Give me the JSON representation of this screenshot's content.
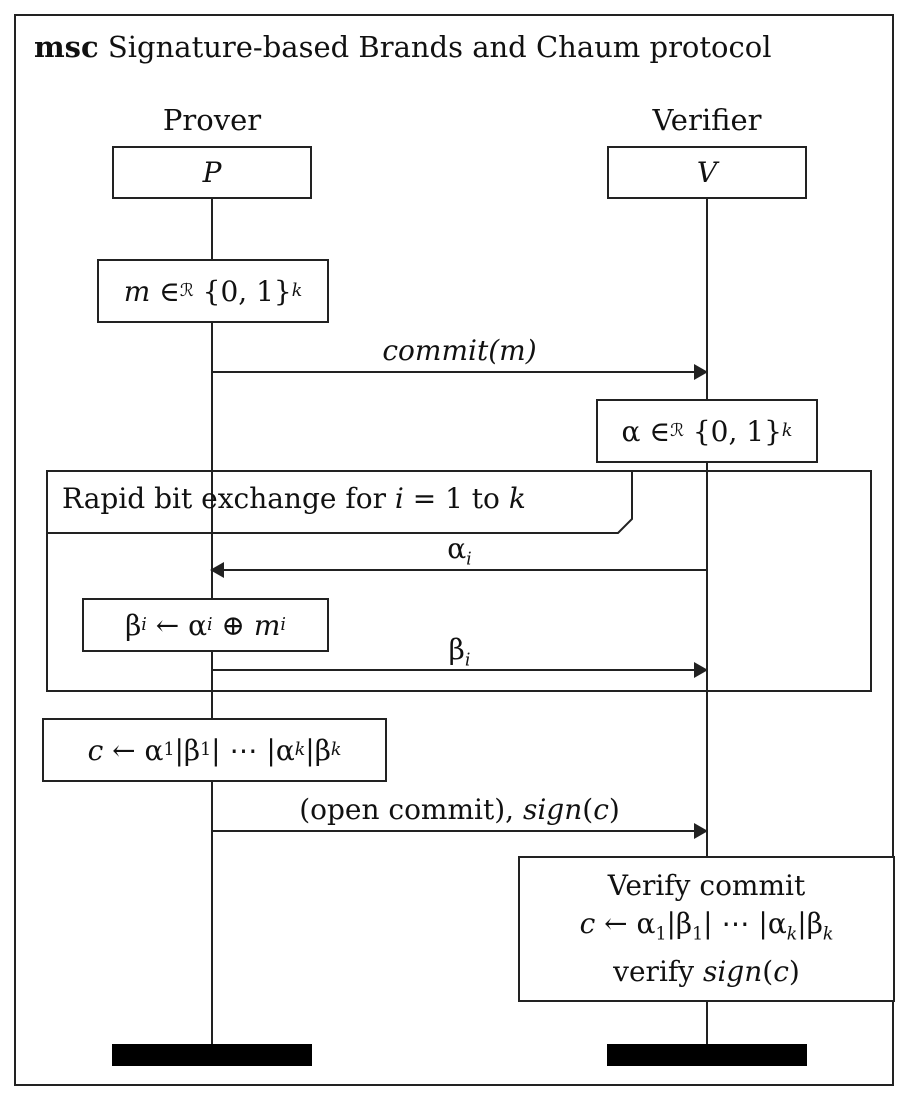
{
  "diagram": {
    "title_keyword": "msc",
    "title": "Signature-based Brands and Chaum protocol",
    "instances": [
      {
        "label": "Prover",
        "symbol": "P"
      },
      {
        "label": "Verifier",
        "symbol": "V"
      }
    ],
    "prover_actions": {
      "pick_m": "m ∈ℛ {0,1}k",
      "compute_beta": "βi ← αi ⊕ mi",
      "compute_c": "c ← α1|β1| ⋯ |αk|βk"
    },
    "verifier_actions": {
      "pick_alpha": "α ∈ℛ {0,1}k",
      "verify_line1": "Verify commit",
      "verify_line2": "c ← α1|β1| ⋯ |αk|βk",
      "verify_line3": "verify sign(c)"
    },
    "messages": {
      "commit": "commit(m)",
      "alpha_i": "αi",
      "beta_i": "βi",
      "open_sign": "(open commit), sign(c)"
    },
    "loop_label": "Rapid bit exchange for i = 1 to k"
  }
}
